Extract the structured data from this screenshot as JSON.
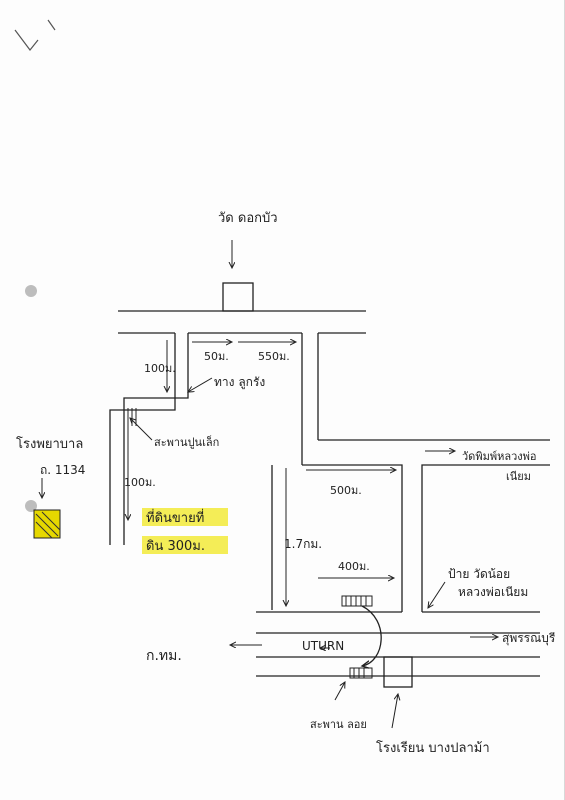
{
  "labels": {
    "temple_top": "วัด ดอกบัว",
    "dim_100_top": "100ม.",
    "dim_50": "50ม.",
    "dim_550": "550ม.",
    "junction_note": "ทาง ลูกรัง",
    "bridge_label": "สะพานปูนเล็ก",
    "dim_100_left": "100ม.",
    "highlight_line1": "ที่ดินขายที่",
    "highlight_line2": "ดิน 300ม.",
    "school_left": "โรงพยาบาล",
    "school_left_num": "ถ. 1134",
    "temple_right_line1": "วัดพิมพ์หลวงพ่อ",
    "temple_right_line2": "เนียม",
    "dim_500": "500ม.",
    "dim_1_7": "1.7กม.",
    "dim_400": "400ม.",
    "temple_small_line1": "ป้าย วัดน้อย",
    "temple_small_line2": "หลวงพ่อเนียม",
    "bangkok": "ก.ทม.",
    "uturn": "UTURN",
    "suphanburi": "สุพรรณบุรี",
    "bridge_bottom": "สะพาน ลอย",
    "school_bottom": "โรงเรียน บางปลาม้า"
  },
  "colors": {
    "ink": "#222222",
    "highlight": "#f2ea3a",
    "highlight_dark": "#e6d800"
  }
}
